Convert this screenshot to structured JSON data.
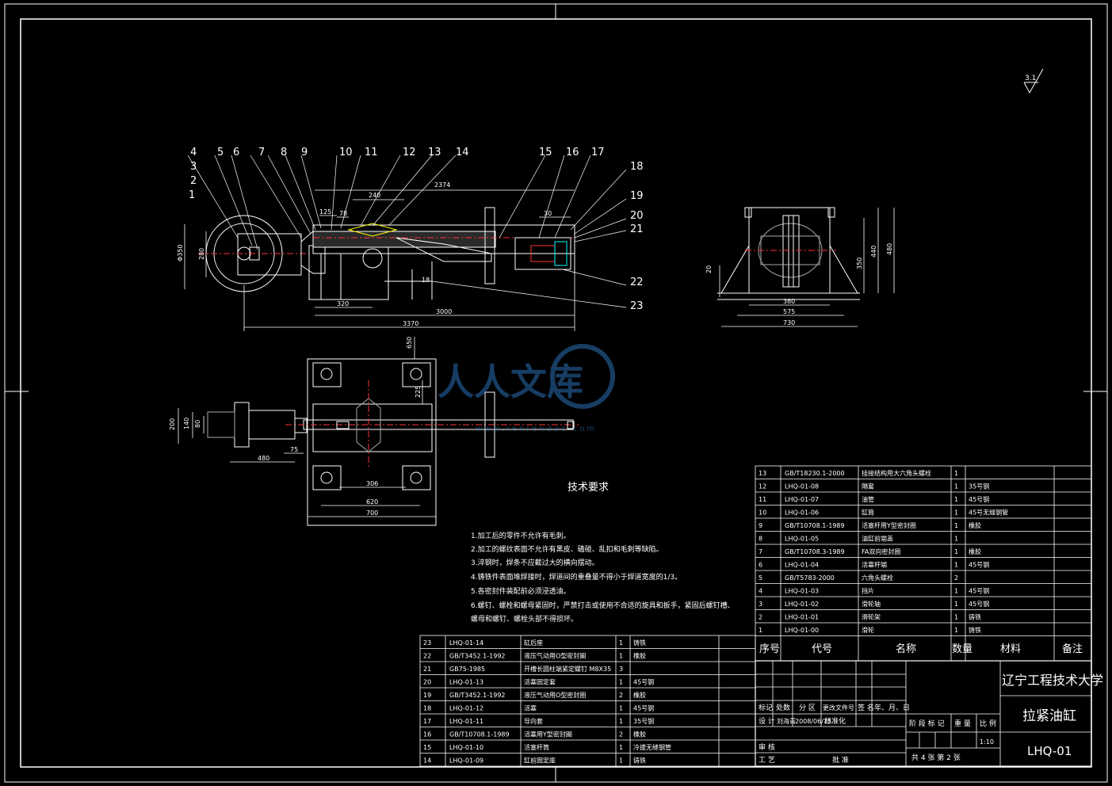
{
  "sheet": {
    "roughness": "3.1",
    "part_callouts": [
      "1",
      "2",
      "3",
      "4",
      "5",
      "6",
      "7",
      "8",
      "9",
      "10",
      "11",
      "12",
      "13",
      "14",
      "15",
      "16",
      "17",
      "18",
      "19",
      "20",
      "21",
      "22",
      "23"
    ],
    "dims_front": {
      "d_850": "Φ350",
      "d_280": "280",
      "d_240": "240",
      "d_2374": "2374",
      "d_125": "125",
      "d_78": "78",
      "d_30": "30",
      "d_18": "18",
      "d_320": "320",
      "d_3000": "3000",
      "d_3370": "3370"
    },
    "dims_side": {
      "d_20": "20",
      "d_440": "440",
      "d_480": "480",
      "d_350": "350",
      "d_380": "380",
      "d_575": "575",
      "d_730": "730"
    },
    "dims_top": {
      "d_650a": "650",
      "d_200": "200",
      "d_140": "140",
      "d_80": "80",
      "d_225": "225",
      "d_480": "480",
      "d_75": "75",
      "d_306": "306",
      "d_620": "620",
      "d_700": "700"
    }
  },
  "watermark": {
    "text": "人人文库",
    "url": "www.renrendoc.com"
  },
  "notes": {
    "title": "技术要求",
    "items": [
      "1.加工后的零件不允许有毛刺。",
      "2.加工的螺纹表面不允许有黑皮、磕碰、乱扣和毛刺等缺陷。",
      "3.淬钢时，焊条不应截过大的横向摆动。",
      "4.铸铁件表面堆焊接时，焊道间的重叠量不得小于焊道宽度的1/3。",
      "5.各密封件装配前必须浸透油。",
      "6.螺钉、螺栓和螺母紧固时，严禁打击或使用不合适的旋具和扳手，紧固后螺钉槽、",
      "螺母和螺钉、螺栓头部不得损坏。"
    ]
  },
  "bom_upper": [
    [
      "13",
      "GB/T18230.1-2000",
      "挂接结构用大六角头螺栓",
      "1",
      "",
      ""
    ],
    [
      "12",
      "LHQ-01-08",
      "隔套",
      "1",
      "35号钢",
      ""
    ],
    [
      "11",
      "LHQ-01-07",
      "油管",
      "1",
      "45号钢",
      ""
    ],
    [
      "10",
      "LHQ-01-06",
      "缸筒",
      "1",
      "45号无缝钢管",
      ""
    ],
    [
      "9",
      "GB/T10708.1-1989",
      "活塞杆用Y型密封圈",
      "1",
      "橡胶",
      ""
    ],
    [
      "8",
      "LHQ-01-05",
      "油缸前端盖",
      "1",
      "",
      ""
    ],
    [
      "7",
      "GB/T10708.3-1989",
      "FA双向密封圈",
      "1",
      "橡胶",
      ""
    ],
    [
      "6",
      "LHQ-01-04",
      "活塞杆端",
      "1",
      "45号钢",
      ""
    ],
    [
      "5",
      "GB/T5783-2000",
      "六角头螺栓",
      "2",
      "",
      ""
    ],
    [
      "4",
      "LHQ-01-03",
      "挡片",
      "1",
      "45号钢",
      ""
    ],
    [
      "3",
      "LHQ-01-02",
      "滑轮轴",
      "1",
      "45号钢",
      ""
    ],
    [
      "2",
      "LHQ-01-01",
      "滑轮架",
      "1",
      "铸铁",
      ""
    ],
    [
      "1",
      "LHQ-01-00",
      "滑轮",
      "1",
      "铸铁",
      ""
    ]
  ],
  "bom_header": [
    "序号",
    "代号",
    "名称",
    "数量",
    "材料",
    "备注"
  ],
  "bom_lower": [
    [
      "23",
      "LHQ-01-14",
      "缸后座",
      "1",
      "铸铁"
    ],
    [
      "22",
      "GB/T3452.1-1992",
      "液压气动用O型密封圈",
      "1",
      "橡胶"
    ],
    [
      "21",
      "GB75-1985",
      "开槽长圆柱端紧定螺钉 M8X35",
      "3",
      ""
    ],
    [
      "20",
      "LHQ-01-13",
      "活塞固定套",
      "1",
      "45号钢"
    ],
    [
      "19",
      "GB/T3452.1-1992",
      "液压气动用O型密封圈",
      "2",
      "橡胶"
    ],
    [
      "18",
      "LHQ-01-12",
      "活塞",
      "1",
      "45号钢"
    ],
    [
      "17",
      "LHQ-01-11",
      "导向套",
      "1",
      "35号钢"
    ],
    [
      "16",
      "GB/T10708.1-1989",
      "活塞用Y型密封圈",
      "2",
      "橡胶"
    ],
    [
      "15",
      "LHQ-01-10",
      "活塞杆筒",
      "1",
      "冷拔无缝钢管"
    ],
    [
      "14",
      "LHQ-01-09",
      "缸前固定座",
      "1",
      "铸铁"
    ]
  ],
  "title_block": {
    "school": "辽宁工程技术大学",
    "name": "拉紧油缸",
    "code": "LHQ-01",
    "rev_headers": [
      "标记",
      "处数",
      "分 区",
      "更改文件号",
      "签 名",
      "年、月、日"
    ],
    "design_label": "设 计",
    "designer": "刘海青",
    "date": "2008/06/15",
    "std_label": "标准化",
    "stage_headers": [
      "阶 段 标 记",
      "重 量",
      "比 例"
    ],
    "scale": "1:10",
    "review_label": "审 核",
    "process_label": "工 艺",
    "approve_label": "批 准",
    "sheets": "共 4   张   第   2 张"
  }
}
